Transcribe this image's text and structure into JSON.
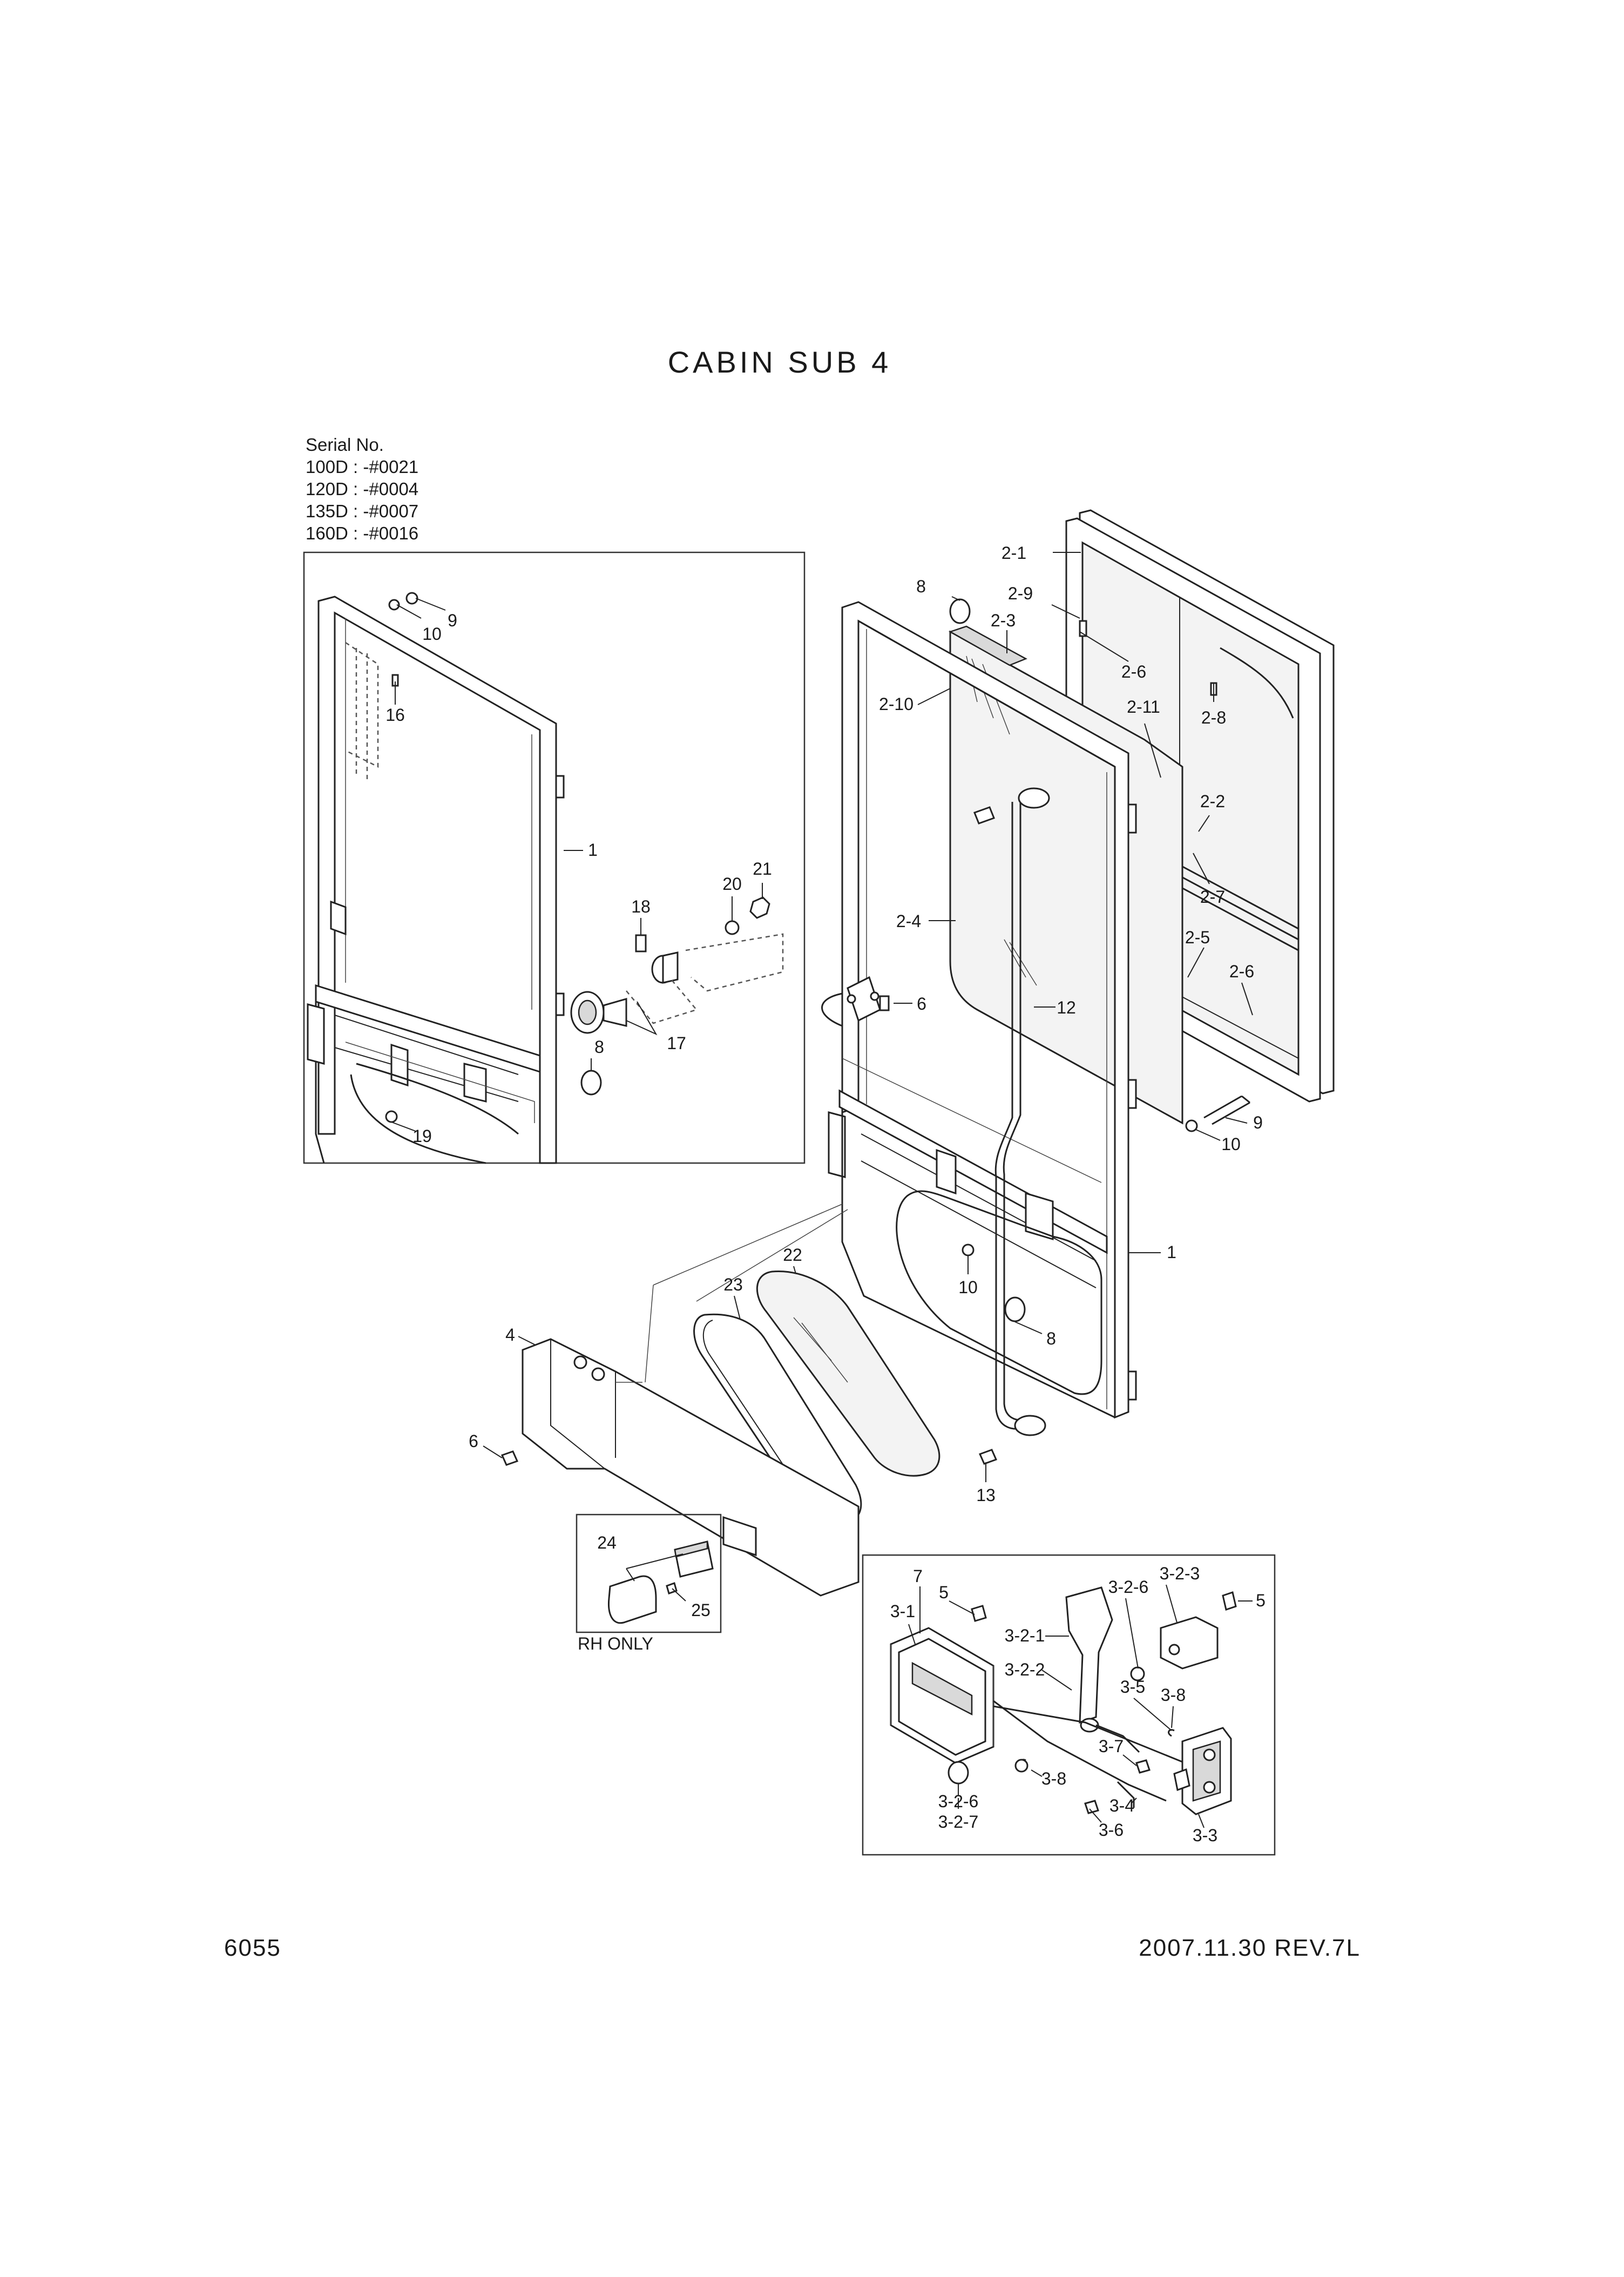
{
  "title": "CABIN SUB 4",
  "serial": {
    "heading": "Serial No.",
    "lines": [
      "100D : -#0021",
      "120D : -#0004",
      "135D : -#0007",
      "160D : -#0016"
    ]
  },
  "page_number": "6055",
  "revision": "2007.11.30  REV.7L",
  "rh_only": "RH ONLY",
  "callouts": {
    "inset": {
      "c10": "10",
      "c9": "9",
      "c16": "16",
      "c1": "1",
      "c21": "21",
      "c20": "20",
      "c18": "18",
      "c17": "17",
      "c8": "8",
      "c19": "19"
    },
    "main": {
      "c2_1": "2-1",
      "c8a": "8",
      "c2_9": "2-9",
      "c2_3": "2-3",
      "c2_6a": "2-6",
      "c2_8": "2-8",
      "c2_10": "2-10",
      "c2_11": "2-11",
      "c2_2": "2-2",
      "c2_7": "2-7",
      "c2_4": "2-4",
      "c6a": "6",
      "c12": "12",
      "c2_5": "2-5",
      "c2_6b": "2-6",
      "c9": "9",
      "c10a": "10",
      "c1": "1",
      "c22": "22",
      "c23": "23",
      "c10b": "10",
      "c8b": "8",
      "c4": "4",
      "c6b": "6",
      "c13": "13"
    },
    "rh": {
      "c24": "24",
      "c25": "25"
    },
    "latch": {
      "c7": "7",
      "c5a": "5",
      "c3_1": "3-1",
      "c3_2_6a": "3-2-6",
      "c3_2_3": "3-2-3",
      "c5b": "5",
      "c3_2_1": "3-2-1",
      "c3_2_2": "3-2-2",
      "c3_5": "3-5",
      "c3_8a": "3-8",
      "c3_7": "3-7",
      "c3_8b": "3-8",
      "c3_2_6b": "3-2-6",
      "c3_2_7": "3-2-7",
      "c3_4": "3-4",
      "c3_6": "3-6",
      "c3_3": "3-3"
    }
  }
}
